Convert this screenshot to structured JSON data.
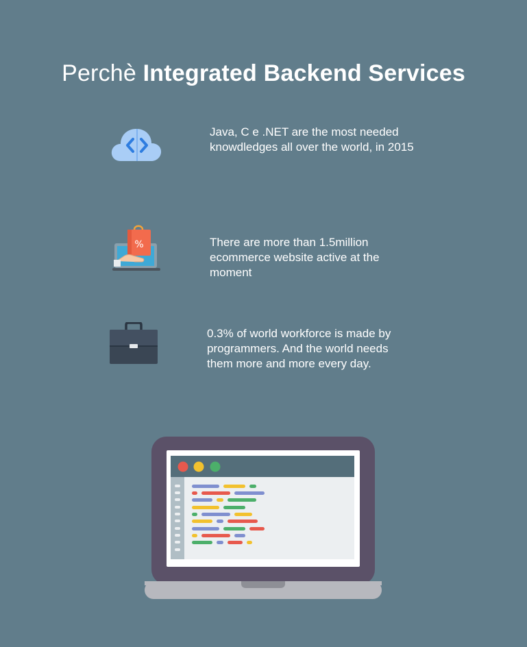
{
  "header": {
    "title_light": "Perchè",
    "title_bold": "Integrated Backend Services"
  },
  "features": [
    {
      "icon": "cloud-code-icon",
      "lines": [
        "Java, C e .NET are the most needed",
        "knowdledges all over the world, in 2015"
      ]
    },
    {
      "icon": "ecommerce-laptop-icon",
      "lines": [
        "There are more than 1.5million",
        "ecommerce website active at the",
        "moment"
      ]
    },
    {
      "icon": "briefcase-icon",
      "lines": [
        "0.3% of world workforce is made by",
        "programmers. And the world needs",
        "them more and more every day."
      ]
    }
  ],
  "illustration": {
    "icon": "laptop-code-editor-icon",
    "shopping_bag_symbol": "%"
  },
  "colors": {
    "background": "#617d8b",
    "laptop_frame": "#5b5168",
    "laptop_base": "#b7b8be",
    "editor_bar": "#546e7a",
    "dot_red": "#e7594d",
    "dot_yellow": "#f2c12e",
    "dot_green": "#4caf6a"
  }
}
